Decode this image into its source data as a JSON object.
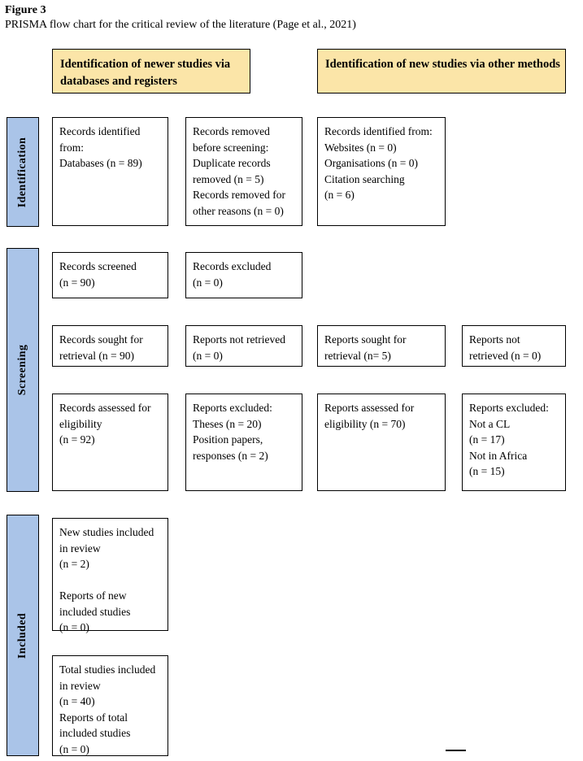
{
  "caption": {
    "title": "Figure 3",
    "subtitle": "PRISMA flow chart for the critical review of the literature (Page et al., 2021)"
  },
  "headers": {
    "databases": "Identification of newer studies via databases and registers",
    "other_methods": "Identification of new studies via other methods"
  },
  "bands": {
    "identification": "Identification",
    "screening": "Screening",
    "included": "Included"
  },
  "colors": {
    "header_fill": "#fbe5a8",
    "band_fill": "#aac4e8",
    "border": "#000000",
    "page_background": "#ffffff"
  },
  "boxes": {
    "records_identified_databases": "Records identified from:\nDatabases (n = 89)",
    "records_removed_before_screening": "Records removed before screening:\nDuplicate records removed (n = 5)\nRecords removed for other reasons (n = 0)",
    "records_identified_other": "Records identified from:\nWebsites (n = 0)\nOrganisations (n = 0)\nCitation searching\n(n = 6)",
    "records_screened": "Records screened\n(n = 90)",
    "records_excluded": "Records excluded\n(n = 0)",
    "records_sought_retrieval": "Records sought for retrieval (n = 90)",
    "reports_not_retrieved_db": "Reports not retrieved\n(n = 0)",
    "reports_sought_retrieval_other": "Reports sought for retrieval (n= 5)",
    "reports_not_retrieved_other": "Reports not retrieved (n = 0)",
    "records_assessed_eligibility": "Records assessed for eligibility\n(n = 92)",
    "reports_excluded_db": "Reports excluded:\nTheses (n = 20)\nPosition papers, responses (n = 2)",
    "reports_assessed_eligibility_other": "Reports assessed for eligibility (n = 70)",
    "reports_excluded_other": "Reports excluded:\nNot a CL\n(n = 17)\nNot in Africa\n(n = 15)",
    "new_studies_included": "New studies included in review\n(n = 2)\n\nReports of new included studies\n(n = 0)",
    "total_studies_included": "Total studies included in review\n(n = 40)\nReports of total included studies\n(n = 0)"
  },
  "chart_data": {
    "type": "diagram",
    "title": "PRISMA flow chart for the critical review of the literature (Page et al., 2021)",
    "stages": [
      "Identification",
      "Screening",
      "Included"
    ],
    "streams": [
      "Identification of newer studies via databases and registers",
      "Identification of new studies via other methods"
    ],
    "nodes": [
      {
        "stage": "Identification",
        "stream": "databases",
        "label": "Records identified from: Databases",
        "n": 89
      },
      {
        "stage": "Identification",
        "stream": "databases",
        "label": "Duplicate records removed",
        "n": 5
      },
      {
        "stage": "Identification",
        "stream": "databases",
        "label": "Records removed for other reasons",
        "n": 0
      },
      {
        "stage": "Identification",
        "stream": "other",
        "label": "Websites",
        "n": 0
      },
      {
        "stage": "Identification",
        "stream": "other",
        "label": "Organisations",
        "n": 0
      },
      {
        "stage": "Identification",
        "stream": "other",
        "label": "Citation searching",
        "n": 6
      },
      {
        "stage": "Screening",
        "stream": "databases",
        "label": "Records screened",
        "n": 90
      },
      {
        "stage": "Screening",
        "stream": "databases",
        "label": "Records excluded",
        "n": 0
      },
      {
        "stage": "Screening",
        "stream": "databases",
        "label": "Records sought for retrieval",
        "n": 90
      },
      {
        "stage": "Screening",
        "stream": "databases",
        "label": "Reports not retrieved",
        "n": 0
      },
      {
        "stage": "Screening",
        "stream": "other",
        "label": "Reports sought for retrieval",
        "n": 5
      },
      {
        "stage": "Screening",
        "stream": "other",
        "label": "Reports not retrieved",
        "n": 0
      },
      {
        "stage": "Screening",
        "stream": "databases",
        "label": "Records assessed for eligibility",
        "n": 92
      },
      {
        "stage": "Screening",
        "stream": "databases",
        "label": "Reports excluded: Theses",
        "n": 20
      },
      {
        "stage": "Screening",
        "stream": "databases",
        "label": "Reports excluded: Position papers, responses",
        "n": 2
      },
      {
        "stage": "Screening",
        "stream": "other",
        "label": "Reports assessed for eligibility",
        "n": 70
      },
      {
        "stage": "Screening",
        "stream": "other",
        "label": "Reports excluded: Not a CL",
        "n": 17
      },
      {
        "stage": "Screening",
        "stream": "other",
        "label": "Reports excluded: Not in Africa",
        "n": 15
      },
      {
        "stage": "Included",
        "stream": "databases",
        "label": "New studies included in review",
        "n": 2
      },
      {
        "stage": "Included",
        "stream": "databases",
        "label": "Reports of new included studies",
        "n": 0
      },
      {
        "stage": "Included",
        "stream": "databases",
        "label": "Total studies included in review",
        "n": 40
      },
      {
        "stage": "Included",
        "stream": "databases",
        "label": "Reports of total included studies",
        "n": 0
      }
    ]
  }
}
